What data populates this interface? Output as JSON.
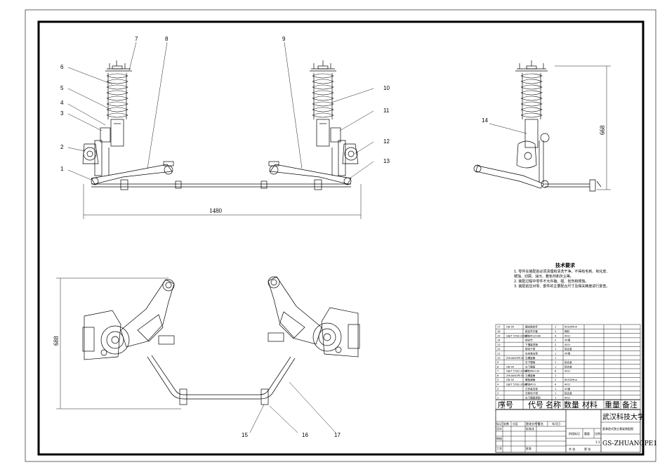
{
  "callouts": {
    "c1": "1",
    "c2": "2",
    "c3": "3",
    "c4": "4",
    "c5": "5",
    "c6": "6",
    "c7": "7",
    "c8": "8",
    "c9": "9",
    "c10": "10",
    "c11": "11",
    "c12": "12",
    "c13": "13",
    "c14": "14",
    "c15": "15",
    "c16": "16",
    "c17": "17"
  },
  "dimensions": {
    "track_width": "1480",
    "side_height": "668",
    "top_depth": "688"
  },
  "tech_requirements": {
    "title": "技术要求",
    "line1": "1. 零件在装配前必须清理和清洗干净，不得有毛刺、氧化皮、",
    "line2": "锈蚀、切屑、油污、着色剂和灰尘等。",
    "line3": "2. 装配过程中零件不允许磕、碰、划伤和锈蚀。",
    "line4": "3. 装配前应对零、部件的主要配合尺寸及相关精度进行复查。"
  },
  "parts_list": {
    "header": {
      "no": "序号",
      "code": "代号",
      "name": "名称",
      "qty": "数量",
      "material": "材料",
      "weight": "重量",
      "remark": "备注"
    },
    "rows": [
      {
        "no": "17",
        "code": "GB-90",
        "name": "横向稳定杆",
        "qty": "1",
        "material": "60Si2MnA"
      },
      {
        "no": "16",
        "code": "",
        "name": "稳定杆衬套",
        "qty": "2",
        "material": "橡胶"
      },
      {
        "no": "15",
        "code": "GB/T 5782-2000",
        "name": "螺栓M10×80",
        "qty": "4",
        "material": "40Cr"
      },
      {
        "no": "14",
        "code": "",
        "name": "转向节",
        "qty": "2",
        "material": "45钢"
      },
      {
        "no": "13",
        "code": "",
        "name": "下摆臂球销",
        "qty": "2",
        "material": "40Cr"
      },
      {
        "no": "12",
        "code": "",
        "name": "制动卡钳",
        "qty": "1",
        "material": "铝合金"
      },
      {
        "no": "11",
        "code": "",
        "name": "右安装支架",
        "qty": "1",
        "material": "45钢"
      },
      {
        "no": "10",
        "code": "ZHUANGPE18",
        "name": "右螺旋簧",
        "qty": "1",
        "material": ""
      },
      {
        "no": "9",
        "code": "",
        "name": "右下摆臂",
        "qty": "1",
        "material": "铝合金"
      },
      {
        "no": "8",
        "code": "GB-90",
        "name": "左下摆臂",
        "qty": "1",
        "material": "铝合金"
      },
      {
        "no": "7",
        "code": "GB/T 5782-2000",
        "name": "螺栓M8×30",
        "qty": "6",
        "material": "40Cr"
      },
      {
        "no": "6",
        "code": "ZHUANGPE18",
        "name": "左螺旋簧",
        "qty": "1",
        "material": ""
      },
      {
        "no": "5",
        "code": "GB-90",
        "name": "螺旋弹簧",
        "qty": "2",
        "material": "60Si2MnA"
      },
      {
        "no": "4",
        "code": "GB/T 5782-2000",
        "name": "螺母M10",
        "qty": "4",
        "material": "40Cr"
      },
      {
        "no": "3",
        "code": "",
        "name": "左安装支架",
        "qty": "1",
        "material": "45钢"
      },
      {
        "no": "2",
        "code": "",
        "name": "左制动卡钳",
        "qty": "1",
        "material": "铝合金"
      },
      {
        "no": "1",
        "code": "",
        "name": "左下摆臂球销",
        "qty": "1",
        "material": "40Cr"
      }
    ]
  },
  "title_block": {
    "school": "武汉科技大学",
    "drawing_title": "麦弗逊式独立悬架装配图",
    "drawing_code": "GS-ZHUANGPE1",
    "labels": {
      "mark": "标记",
      "count": "处数",
      "zone": "分区",
      "change_doc": "更改文件号",
      "sign": "签名",
      "date": "年月日",
      "design": "设计",
      "standardize": "标准化",
      "review": "审核",
      "process": "工艺",
      "approve": "批准",
      "stage_mark": "阶段标记",
      "weight": "重量",
      "scale": "比例",
      "sheet_total": "共 张",
      "sheet_no": "第 张",
      "scale_val": "1:1"
    }
  }
}
